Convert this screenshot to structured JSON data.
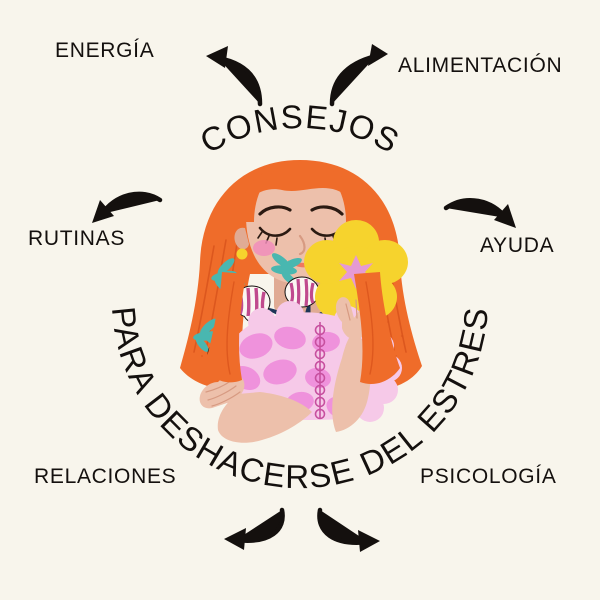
{
  "poster": {
    "background_color": "#f8f5ec",
    "text_color": "#14100e",
    "headline_top": "CONSEJOS",
    "headline_bottom": "PARA DESHACERSE DEL ESTRES"
  },
  "categories": [
    {
      "id": "energia",
      "label": "ENERGÍA",
      "arrow": "curve-up-left"
    },
    {
      "id": "alimentacion",
      "label": "ALIMENTACIÓN",
      "arrow": "curve-up-right"
    },
    {
      "id": "rutinas",
      "label": "RUTINAS",
      "arrow": "curve-left"
    },
    {
      "id": "ayuda",
      "label": "AYUDA",
      "arrow": "curve-right"
    },
    {
      "id": "relaciones",
      "label": "RELACIONES",
      "arrow": "curve-down-left"
    },
    {
      "id": "psicologia",
      "label": "PSICOLOGÍA",
      "arrow": "curve-down-right"
    }
  ],
  "illustration": {
    "name": "woman-holding-flowers",
    "palette": {
      "hair": "#ef6c2a",
      "hair_shadow": "#d9541c",
      "skin": "#edc0ab",
      "skin_shadow": "#dca791",
      "cheek": "#f08dbb",
      "dress": "#f6c9e8",
      "dress_spots": "#ef92dc",
      "dress_trim": "#c7509f",
      "flower_yellow": "#f6d32d",
      "flower_center": "#e59ad4",
      "leaf_teal": "#49b7b0",
      "leaf_navy": "#1d3557",
      "bud_white": "#fbf7f2",
      "bud_stripe": "#c04a8e",
      "earring": "#f6d32d",
      "lips": "#f0785f",
      "outline": "#14100e"
    }
  }
}
